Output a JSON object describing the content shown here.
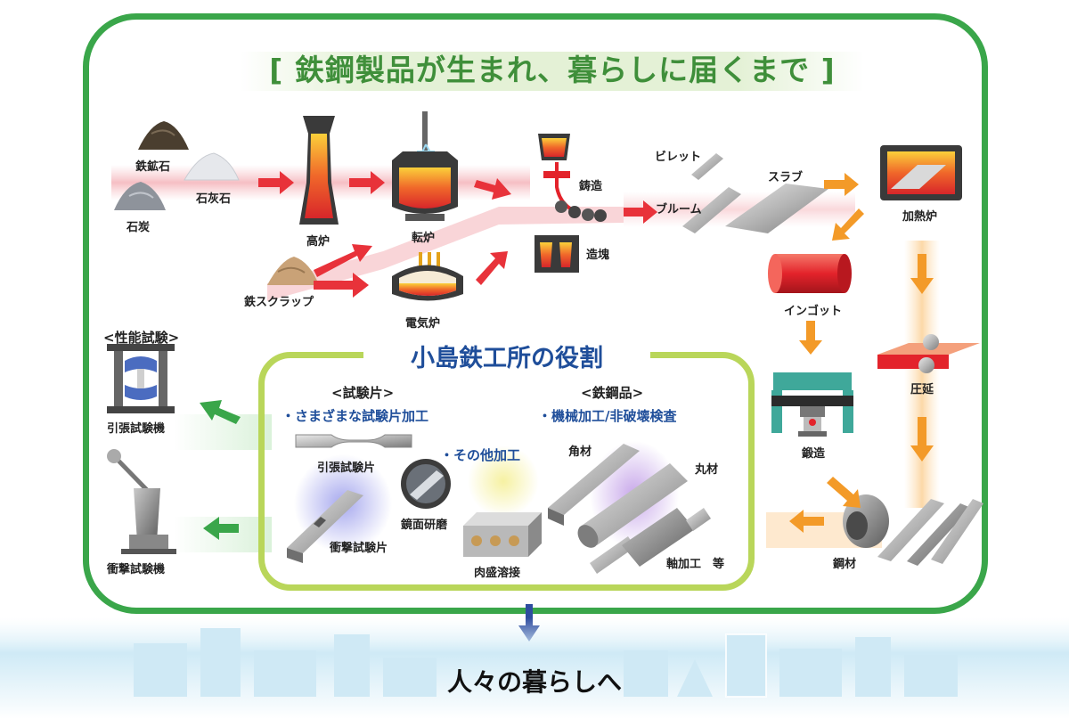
{
  "title": "[ 鉄鋼製品が生まれ、暮らしに届くまで ]",
  "process": {
    "iron_ore": "鉄鉱石",
    "limestone": "石灰石",
    "coal": "石炭",
    "blast_furnace": "高炉",
    "converter": "転炉",
    "scrap": "鉄スクラップ",
    "electric_furnace": "電気炉",
    "casting": "鋳造",
    "ingot_making": "造塊",
    "billet": "ビレット",
    "bloom": "ブルーム",
    "slab": "スラブ",
    "reheating_furnace": "加熱炉",
    "ingot": "インゴット",
    "rolling": "圧延",
    "forging": "鍛造",
    "steel": "鋼材"
  },
  "testing": {
    "heading": "<性能試験>",
    "tensile_machine": "引張試験機",
    "impact_machine": "衝撃試験機"
  },
  "role": {
    "title": "小島鉄工所の役割",
    "specimens_heading": "<試験片>",
    "specimens_item": "・さまざまな試験片加工",
    "tensile_specimen": "引張試験片",
    "impact_specimen": "衝撃試験片",
    "other_item": "・その他加工",
    "mirror_polish": "鏡面研磨",
    "overlay_welding": "肉盛溶接",
    "products_heading": "<鉄鋼品>",
    "products_item": "・機械加工/非破壊検査",
    "square_bar": "角材",
    "round_bar": "丸材",
    "shaft": "軸加工　等"
  },
  "footer": "人々の暮らしへ",
  "colors": {
    "frame_green": "#3aa64a",
    "role_border": "#b9d65a",
    "title_green": "#3f8f3a",
    "role_blue": "#1f4e9a",
    "flow_red": "#e8323a",
    "flow_orange": "#f39a28",
    "down_arrow": "#2f4da0"
  }
}
